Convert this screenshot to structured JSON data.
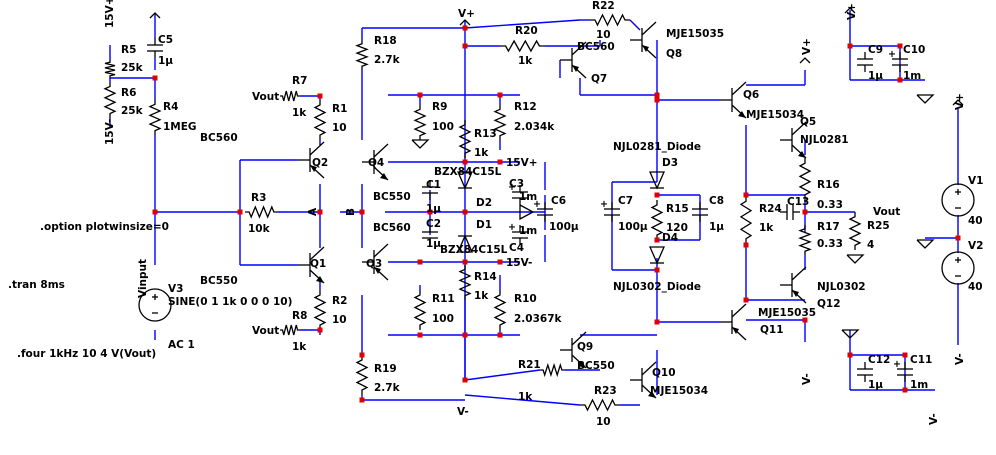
{
  "colors": {
    "wire": "#0000ff",
    "part": "#000000",
    "junction": "#e00000",
    "background": "#ffffff"
  },
  "labels": [
    {
      "id": "r22",
      "text": "R22"
    },
    {
      "id": "r22v",
      "text": "10"
    },
    {
      "id": "vplus_top",
      "text": "V+"
    },
    {
      "id": "r20",
      "text": "R20"
    },
    {
      "id": "r20v",
      "text": "1k"
    },
    {
      "id": "r18",
      "text": "R18"
    },
    {
      "id": "r18v",
      "text": "2.7k"
    },
    {
      "id": "q8",
      "text": "Q8"
    },
    {
      "id": "mje15035_q8",
      "text": "MJE15035"
    },
    {
      "id": "bc560_q7",
      "text": "BC560"
    },
    {
      "id": "q7",
      "text": "Q7"
    },
    {
      "id": "r5",
      "text": "R5"
    },
    {
      "id": "r5v",
      "text": "25k"
    },
    {
      "id": "r6",
      "text": "R6"
    },
    {
      "id": "r6v",
      "text": "25k"
    },
    {
      "id": "c5",
      "text": "C5"
    },
    {
      "id": "c5v",
      "text": "1µ"
    },
    {
      "id": "r4",
      "text": "R4"
    },
    {
      "id": "r4v",
      "text": "1MEG"
    },
    {
      "id": "bc560_q2",
      "text": "BC560"
    },
    {
      "id": "r7",
      "text": "R7"
    },
    {
      "id": "r7v",
      "text": "1k"
    },
    {
      "id": "vout1",
      "text": "Vout"
    },
    {
      "id": "r1",
      "text": "R1"
    },
    {
      "id": "r1v",
      "text": "10"
    },
    {
      "id": "r9",
      "text": "R9"
    },
    {
      "id": "r9v",
      "text": "100"
    },
    {
      "id": "r12",
      "text": "R12"
    },
    {
      "id": "r12v",
      "text": "2.034k"
    },
    {
      "id": "r13",
      "text": "R13"
    },
    {
      "id": "r13v",
      "text": "1k"
    },
    {
      "id": "q2",
      "text": "Q2"
    },
    {
      "id": "q4",
      "text": "Q4"
    },
    {
      "id": "bzx1",
      "text": "BZX84C15L"
    },
    {
      "id": "v15p",
      "text": "15V+"
    },
    {
      "id": "c1",
      "text": "C1"
    },
    {
      "id": "c1v",
      "text": "1µ"
    },
    {
      "id": "bc550_q4",
      "text": "BC550"
    },
    {
      "id": "d2",
      "text": "D2"
    },
    {
      "id": "c3",
      "text": "C3"
    },
    {
      "id": "c3v",
      "text": "1m"
    },
    {
      "id": "c6",
      "text": "C6"
    },
    {
      "id": "c6v",
      "text": "100µ"
    },
    {
      "id": "r3",
      "text": "R3"
    },
    {
      "id": "r3v",
      "text": "10k"
    },
    {
      "id": "na",
      "text": "A"
    },
    {
      "id": "nb",
      "text": "B"
    },
    {
      "id": "option",
      "text": ".option plotwinsize=0"
    },
    {
      "id": "bc560_q3",
      "text": "BC560"
    },
    {
      "id": "c2",
      "text": "C2"
    },
    {
      "id": "c2v",
      "text": "1µ"
    },
    {
      "id": "d1",
      "text": "D1"
    },
    {
      "id": "c4",
      "text": "C4"
    },
    {
      "id": "c4v",
      "text": "1m"
    },
    {
      "id": "bzx2",
      "text": "BZX84C15L"
    },
    {
      "id": "v15m",
      "text": "15V-"
    },
    {
      "id": "q1",
      "text": "Q1"
    },
    {
      "id": "q3",
      "text": "Q3"
    },
    {
      "id": "tran",
      "text": ".tran 8ms"
    },
    {
      "id": "vinput",
      "text": "Vinput"
    },
    {
      "id": "v3",
      "text": "V3"
    },
    {
      "id": "bc550_q1",
      "text": "BC550"
    },
    {
      "id": "sine",
      "text": "SINE(0 1 1k 0 0 0 10)"
    },
    {
      "id": "r14",
      "text": "R14"
    },
    {
      "id": "r14v",
      "text": "1k"
    },
    {
      "id": "r11",
      "text": "R11"
    },
    {
      "id": "r11v",
      "text": "100"
    },
    {
      "id": "r10",
      "text": "R10"
    },
    {
      "id": "r10v",
      "text": "2.0367k"
    },
    {
      "id": "r2",
      "text": "R2"
    },
    {
      "id": "r2v",
      "text": "10"
    },
    {
      "id": "r8",
      "text": "R8"
    },
    {
      "id": "r8v",
      "text": "1k"
    },
    {
      "id": "vout2",
      "text": "Vout"
    },
    {
      "id": "ac",
      "text": "AC 1"
    },
    {
      "id": "four",
      "text": ".four 1kHz 10 4 V(Vout)"
    },
    {
      "id": "q9",
      "text": "Q9"
    },
    {
      "id": "bc550_q9",
      "text": "BC550"
    },
    {
      "id": "r19",
      "text": "R19"
    },
    {
      "id": "r19v",
      "text": "2.7k"
    },
    {
      "id": "r21",
      "text": "R21"
    },
    {
      "id": "r21v",
      "text": "1k"
    },
    {
      "id": "q10",
      "text": "Q10"
    },
    {
      "id": "mje15034_q10",
      "text": "MJE15034"
    },
    {
      "id": "r23",
      "text": "R23"
    },
    {
      "id": "r23v",
      "text": "10"
    },
    {
      "id": "vminus_bot",
      "text": "V-"
    },
    {
      "id": "njl0281d",
      "text": "NJL0281_Diode"
    },
    {
      "id": "d3",
      "text": "D3"
    },
    {
      "id": "c7",
      "text": "C7"
    },
    {
      "id": "c7v",
      "text": "100µ"
    },
    {
      "id": "r15",
      "text": "R15"
    },
    {
      "id": "r15v",
      "text": "120"
    },
    {
      "id": "c8",
      "text": "C8"
    },
    {
      "id": "c8v",
      "text": "1µ"
    },
    {
      "id": "d4",
      "text": "D4"
    },
    {
      "id": "njl0302d",
      "text": "NJL0302_Diode"
    },
    {
      "id": "q6",
      "text": "Q6"
    },
    {
      "id": "mje15034_q6",
      "text": "MJE15034"
    },
    {
      "id": "q5",
      "text": "Q5"
    },
    {
      "id": "njl0281",
      "text": "NJL0281"
    },
    {
      "id": "r24",
      "text": "R24"
    },
    {
      "id": "r24v",
      "text": "1k"
    },
    {
      "id": "c13",
      "text": "C13"
    },
    {
      "id": "r16",
      "text": "R16"
    },
    {
      "id": "r16v",
      "text": "0.33"
    },
    {
      "id": "r17",
      "text": "R17"
    },
    {
      "id": "r17v",
      "text": "0.33"
    },
    {
      "id": "vout3",
      "text": "Vout"
    },
    {
      "id": "r25",
      "text": "R25"
    },
    {
      "id": "r25v",
      "text": "4"
    },
    {
      "id": "njl0302",
      "text": "NJL0302"
    },
    {
      "id": "q12",
      "text": "Q12"
    },
    {
      "id": "mje15035_q11",
      "text": "MJE15035"
    },
    {
      "id": "q11",
      "text": "Q11"
    },
    {
      "id": "vplus_q5",
      "text": "V+"
    },
    {
      "id": "vminus_q12",
      "text": "V-"
    },
    {
      "id": "vplus_c9",
      "text": "V+"
    },
    {
      "id": "c9",
      "text": "C9"
    },
    {
      "id": "c9v",
      "text": "1µ"
    },
    {
      "id": "c10",
      "text": "C10"
    },
    {
      "id": "c10v",
      "text": "1m"
    },
    {
      "id": "c12",
      "text": "C12"
    },
    {
      "id": "c12v",
      "text": "1µ"
    },
    {
      "id": "c11",
      "text": "C11"
    },
    {
      "id": "c11v",
      "text": "1m"
    },
    {
      "id": "vminus_c11",
      "text": "V-"
    },
    {
      "id": "vplus_v1",
      "text": "V+"
    },
    {
      "id": "v1",
      "text": "V1"
    },
    {
      "id": "v1v",
      "text": "40"
    },
    {
      "id": "v2",
      "text": "V2"
    },
    {
      "id": "v2v",
      "text": "40"
    },
    {
      "id": "vminus_v2",
      "text": "V-"
    },
    {
      "id": "v15p_r5",
      "text": "15V+"
    },
    {
      "id": "v15m_r6",
      "text": "15V-"
    }
  ]
}
